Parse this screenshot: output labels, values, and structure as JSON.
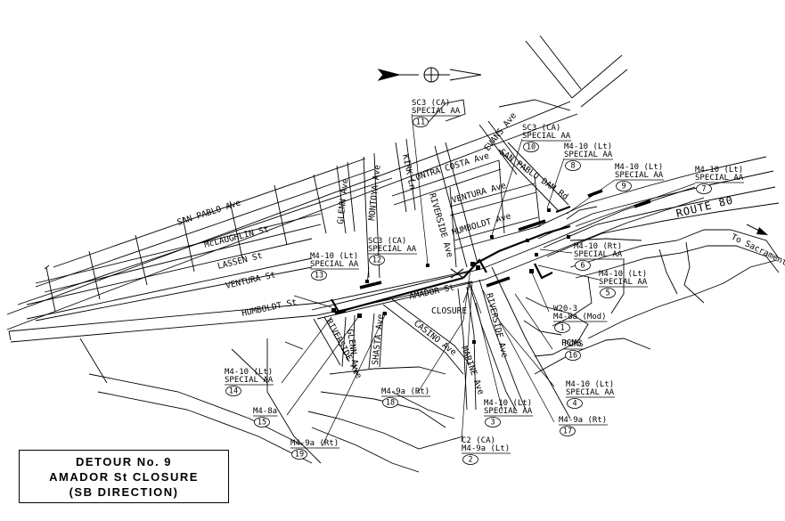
{
  "streets": {
    "san_pablo": "SAN PABLO Ave",
    "mclaughlin": "McLAUGHLIN St",
    "lassen": "LASSEN St",
    "ventura_w": "VENTURA St",
    "humboldt_w": "HUMBOLDT St",
    "glenn_n": "GLENN Ave",
    "montoya": "MONTOYA Ave",
    "kirk": "KIRK Ln",
    "contra_costa": "CONTRA COSTA Ave",
    "riverside_n": "RIVERSIDE Ave",
    "evans": "EVANS Ave",
    "san_pablo_dam": "SAN PABLO DAM Rd",
    "ventura_e": "VENTURA Ave",
    "humboldt_e": "HUMBOLDT Ave",
    "amador": "AMADOR St",
    "riverside_s": "RIVERSIDE Ave",
    "casino": "CASINO Ave",
    "marine": "MARINE Ave",
    "shasta": "SHASTA Ave",
    "glenn_s": "GLENN Ave",
    "riverside_w": "RIVERSIDE Ave",
    "closure": "CLOSURE",
    "pcms": "PCMS"
  },
  "route": {
    "name": "ROUTE 80",
    "to_label": "To Sacramento"
  },
  "signs": [
    {
      "num": "1",
      "line1": "W20-3",
      "line2": "M4-8a (Mod)"
    },
    {
      "num": "2",
      "line1": "C2 (CA)",
      "line2": "M4-9a (Lt)"
    },
    {
      "num": "3",
      "line1": "M4-10 (Lt)",
      "line2": "SPECIAL AA"
    },
    {
      "num": "4",
      "line1": "M4-10 (Lt)",
      "line2": "SPECIAL AA"
    },
    {
      "num": "5",
      "line1": "M4-10 (Lt)",
      "line2": "SPECIAL AA"
    },
    {
      "num": "6",
      "line1": "M4-10 (Rt)",
      "line2": "SPECIAL AA"
    },
    {
      "num": "7",
      "line1": "M4-10 (Lt)",
      "line2": "SPECIAL AA"
    },
    {
      "num": "8",
      "line1": "M4-10 (Lt)",
      "line2": "SPECIAL AA"
    },
    {
      "num": "9",
      "line1": "M4-10 (Lt)",
      "line2": "SPECIAL AA"
    },
    {
      "num": "10",
      "line1": "SC3 (CA)",
      "line2": "SPECIAL AA"
    },
    {
      "num": "11",
      "line1": "SC3 (CA)",
      "line2": "SPECIAL AA"
    },
    {
      "num": "12",
      "line1": "SC3 (CA)",
      "line2": "SPECIAL AA"
    },
    {
      "num": "13",
      "line1": "M4-10 (Lt)",
      "line2": "SPECIAL AA"
    },
    {
      "num": "14",
      "line1": "M4-10 (Lt)",
      "line2": "SPECIAL AA"
    },
    {
      "num": "15",
      "line1": "M4-8a",
      "line2": ""
    },
    {
      "num": "16",
      "line1": "PCMS",
      "line2": ""
    },
    {
      "num": "17",
      "line1": "M4-9a (Rt)",
      "line2": ""
    },
    {
      "num": "18",
      "line1": "M4-9a (Rt)",
      "line2": ""
    },
    {
      "num": "19",
      "line1": "M4-9a (Rt)",
      "line2": ""
    }
  ],
  "title": {
    "line1": "DETOUR No. 9",
    "line2": "AMADOR St CLOSURE",
    "line3": "(SB DIRECTION)"
  }
}
